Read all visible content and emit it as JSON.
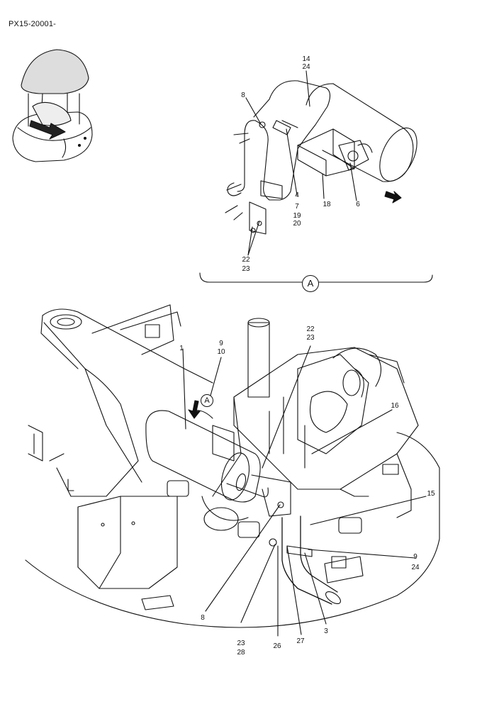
{
  "document": {
    "code": "PX15-20001-",
    "view_marker": "A"
  },
  "callouts": {
    "detail": [
      {
        "id": "c14_24",
        "lines": [
          "14",
          "24"
        ]
      },
      {
        "id": "c8_top",
        "lines": [
          "8"
        ]
      },
      {
        "id": "c4_7_19_20",
        "lines": [
          "4",
          "7",
          "19",
          "20"
        ]
      },
      {
        "id": "c18",
        "lines": [
          "18"
        ]
      },
      {
        "id": "c6",
        "lines": [
          "6"
        ]
      },
      {
        "id": "c22_23_top",
        "lines": [
          "22",
          "23"
        ]
      }
    ],
    "main": [
      {
        "id": "c1",
        "lines": [
          "1"
        ]
      },
      {
        "id": "c9_10",
        "lines": [
          "9",
          "10"
        ]
      },
      {
        "id": "c22_23_main",
        "lines": [
          "22",
          "23"
        ]
      },
      {
        "id": "c16",
        "lines": [
          "16"
        ]
      },
      {
        "id": "c15",
        "lines": [
          "15"
        ]
      },
      {
        "id": "c9_24",
        "lines": [
          "9",
          "24"
        ]
      },
      {
        "id": "c8_bottom",
        "lines": [
          "8"
        ]
      },
      {
        "id": "c23_28",
        "lines": [
          "23",
          "28"
        ]
      },
      {
        "id": "c26",
        "lines": [
          "26"
        ]
      },
      {
        "id": "c27",
        "lines": [
          "27"
        ]
      },
      {
        "id": "c3",
        "lines": [
          "3"
        ]
      }
    ]
  }
}
